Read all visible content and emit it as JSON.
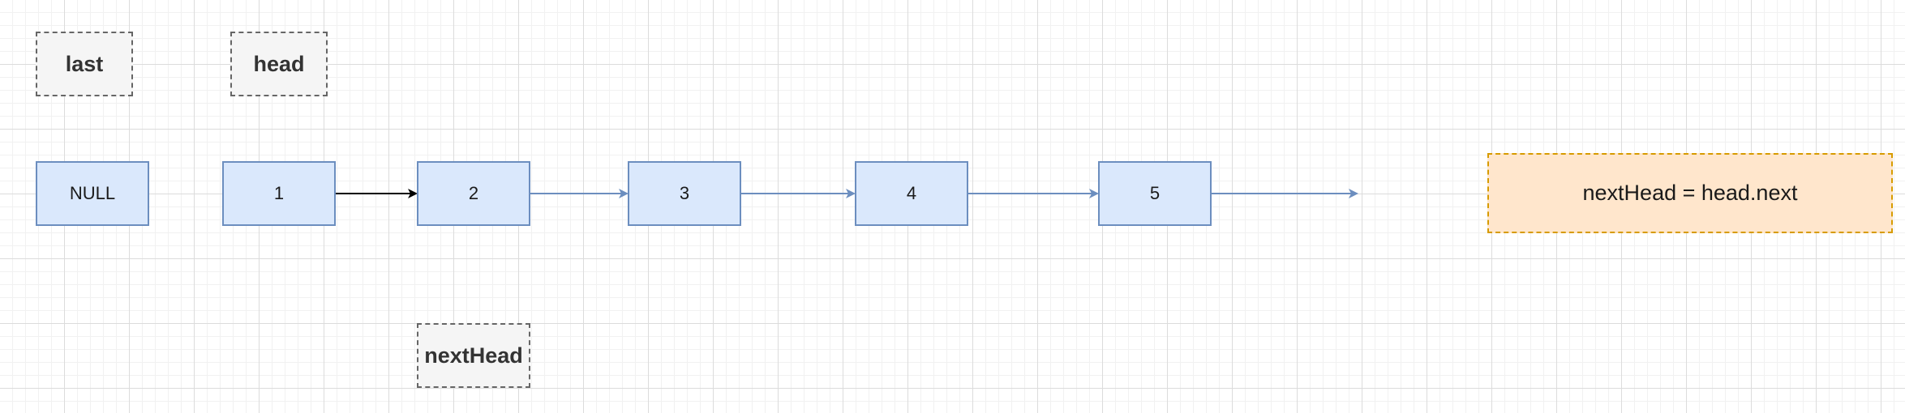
{
  "diagram": {
    "pointers": {
      "last": "last",
      "head": "head",
      "next_head": "nextHead"
    },
    "nodes": {
      "null": "NULL",
      "n1": "1",
      "n2": "2",
      "n3": "3",
      "n4": "4",
      "n5": "5"
    },
    "note": "nextHead = head.next",
    "colors": {
      "node_fill": "#dae8fc",
      "node_stroke": "#6c8ebf",
      "label_fill": "#f5f5f5",
      "label_stroke": "#666666",
      "note_fill": "#ffe6cc",
      "note_stroke": "#d79b00",
      "highlight_edge": "#000000"
    }
  }
}
